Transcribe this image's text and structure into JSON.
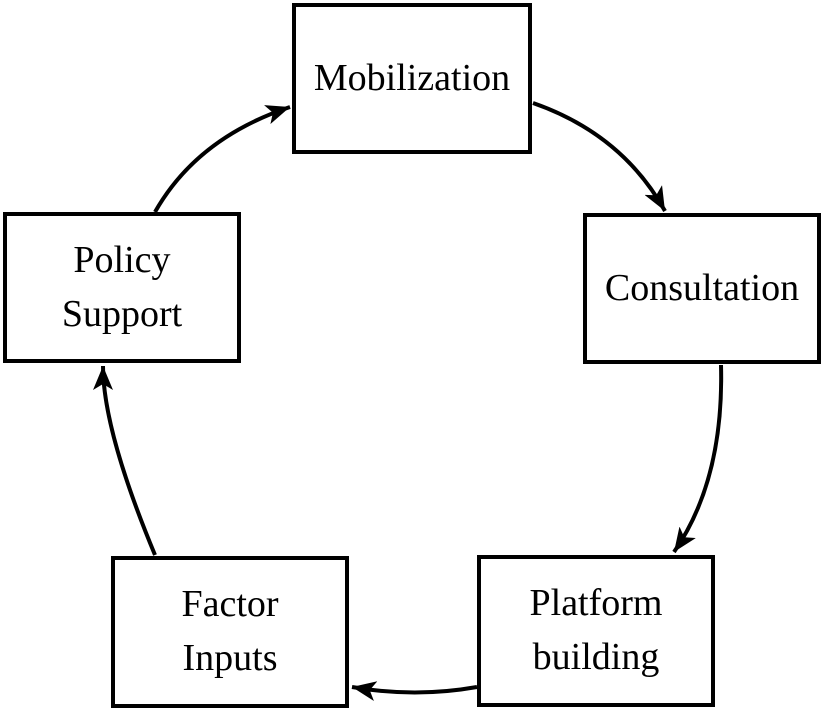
{
  "diagram": {
    "nodes": [
      {
        "id": "mobilization",
        "label": "Mobilization"
      },
      {
        "id": "consultation",
        "label": "Consultation"
      },
      {
        "id": "platform-building",
        "label": "Platform\nbuilding"
      },
      {
        "id": "factor-inputs",
        "label": "Factor\nInputs"
      },
      {
        "id": "policy-support",
        "label": "Policy\nSupport"
      }
    ],
    "edges": [
      {
        "from": "policy-support",
        "to": "mobilization"
      },
      {
        "from": "mobilization",
        "to": "consultation"
      },
      {
        "from": "consultation",
        "to": "platform-building"
      },
      {
        "from": "platform-building",
        "to": "factor-inputs"
      },
      {
        "from": "factor-inputs",
        "to": "policy-support"
      }
    ],
    "colors": {
      "stroke": "#000000",
      "node_fill": "#ffffff",
      "background": "#ffffff"
    }
  }
}
